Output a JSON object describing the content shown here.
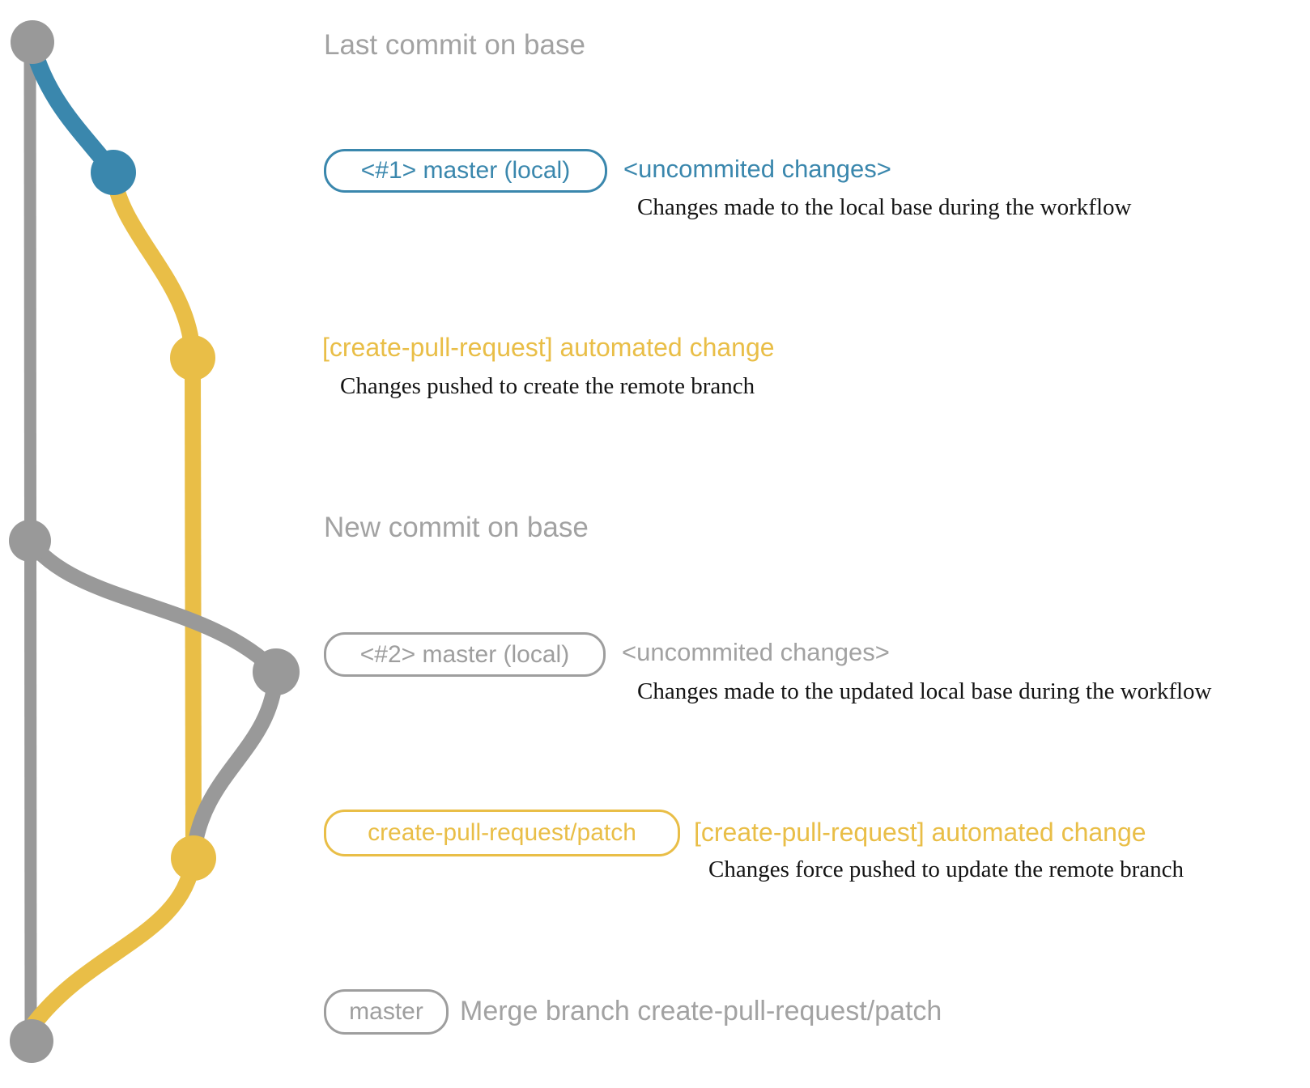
{
  "diagram": {
    "headings": {
      "last_commit": "Last commit on base",
      "new_commit": "New commit on base"
    },
    "rows": {
      "master_local_1": {
        "pill": "<#1> master (local)",
        "note": "<uncommited changes>",
        "desc": "Changes made to the local base during the workflow"
      },
      "automated_change_1": {
        "label": "[create-pull-request] automated change",
        "desc": "Changes pushed to create the remote branch"
      },
      "master_local_2": {
        "pill": "<#2> master (local)",
        "note": "<uncommited changes>",
        "desc": "Changes made to the updated local base during the workflow"
      },
      "patch_branch": {
        "pill": "create-pull-request/patch",
        "label": "[create-pull-request] automated change",
        "desc": "Changes force pushed to update the remote branch"
      },
      "merge": {
        "pill": "master",
        "label": "Merge branch create-pull-request/patch"
      }
    },
    "colors": {
      "base_gray": "#999999",
      "local_blue": "#3a87ad",
      "patch_yellow": "#e9be47",
      "label_gray": "#a2a2a2",
      "desc_black": "#141414"
    }
  }
}
